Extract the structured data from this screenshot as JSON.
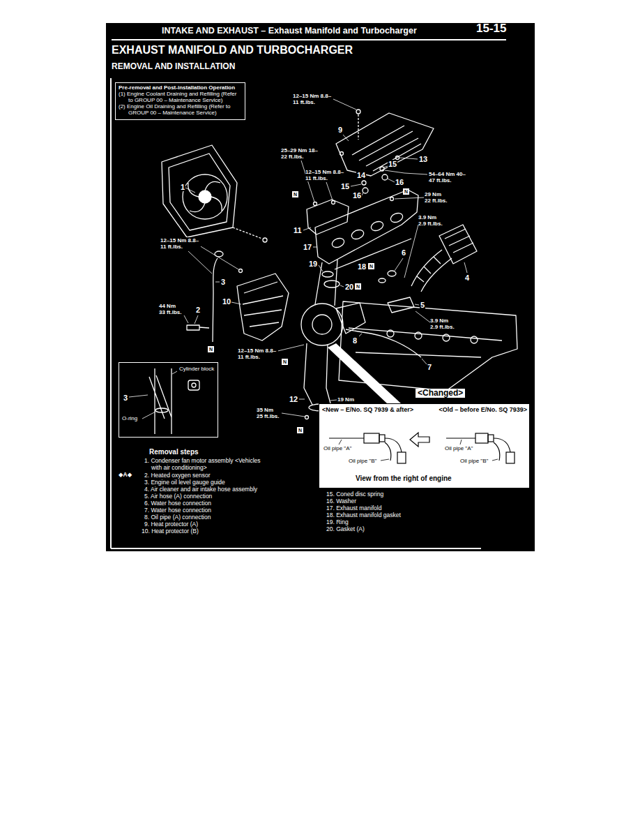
{
  "diagram": {
    "title": "EXHAUST MANIFOLD AND TURBOCHARGER",
    "nodes": [
      {
        "text": [
          "Pre-removal and Post-installation Operation",
          "(1) Engine Coolant Draining and Refilling (Refer to GROUP 00 – Maintenance Service)",
          "(2) Engine Oil Draining and Refilling (Refer to GROUP 00 – Maintenance Service)"
        ]
      },
      {
        "text": [
          "Cylinder block",
          "3",
          "O-ring"
        ]
      },
      {
        "text": [
          "<Changed>",
          "<New – E/No. SQ 7939 & after>",
          "<Old – before E/No. SQ 7939>",
          "Oil pipe \"A\"",
          "Oil pipe \"B\"",
          "Oil pipe \"A\"",
          "Oil pipe \"B\"",
          "View from the right of engine"
        ]
      }
    ],
    "labels": [
      "INTAKE AND EXHAUST – Exhaust Manifold and Turbocharger",
      "15-15",
      "REMOVAL AND INSTALLATION",
      "12–15 Nm 8.8–11 ft.lbs.",
      "9",
      "25–29 Nm 18–22 ft.lbs.",
      "13",
      "12–15 Nm 8.8–11 ft.lbs.",
      "15",
      "14",
      "15",
      "16",
      "16",
      "54–64 Nm 40–47 ft.lbs.",
      "N",
      "N",
      "29 Nm 22 ft.lbs.",
      "1",
      "11",
      "3.9 Nm 2.9 ft.lbs.",
      "6",
      "17",
      "18",
      "N",
      "19",
      "4",
      "12–15 Nm 8.8–11 ft.lbs.",
      "3",
      "20",
      "N",
      "5",
      "10",
      "44 Nm 33 ft.lbs.",
      "2",
      "3.9 Nm 2.9 ft.lbs.",
      "8",
      "N",
      "12–15 Nm 8.8–11 ft.lbs.",
      "N",
      "7",
      "12",
      "19 Nm",
      "35 Nm 25 ft.lbs.",
      "N",
      "Removal steps",
      "◆A◆",
      "1. Condenser fan motor assembly <Vehicles with air conditioning>",
      "2. Heated oxygen sensor",
      "3. Engine oil level gauge guide",
      "4. Air cleaner and air intake hose assembly",
      "5. Air hose (A) connection",
      "6. Water hose connection",
      "7. Water hose connection",
      "8. Oil pipe (A) connection",
      "9. Heat protector (A)",
      "10. Heat protector (B)",
      "15. Coned disc spring",
      "16. Washer",
      "17. Exhaust manifold",
      "18. Exhaust manifold gasket",
      "19. Ring",
      "20. Gasket (A)"
    ]
  }
}
